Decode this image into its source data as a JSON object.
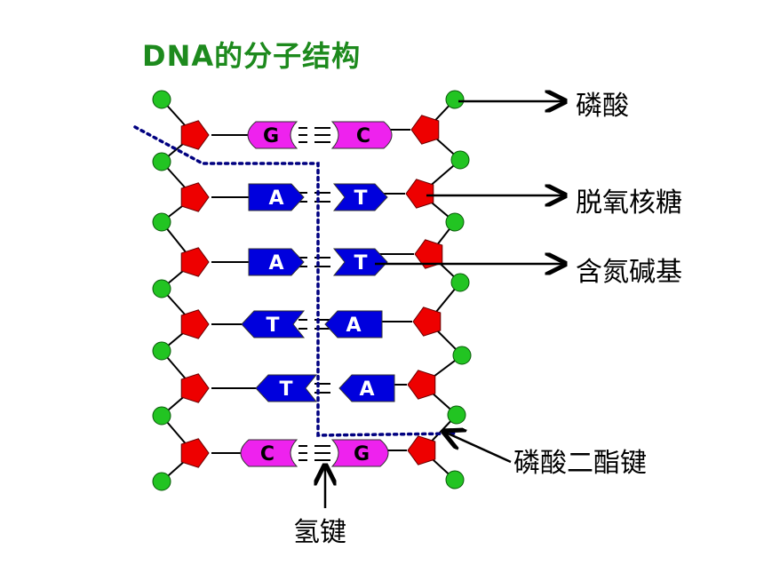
{
  "title": "DNA的分子结构",
  "labels": {
    "phosphate": "磷酸",
    "deoxyribose": "脱氧核糖",
    "nitrogenous_base": "含氮碱基",
    "phosphodiester_bond": "磷酸二酯键",
    "hydrogen_bond": "氢键"
  },
  "base_pairs": [
    {
      "left": "G",
      "right": "C",
      "kind": "GC"
    },
    {
      "left": "A",
      "right": "T",
      "kind": "AT"
    },
    {
      "left": "A",
      "right": "T",
      "kind": "AT"
    },
    {
      "left": "T",
      "right": "A",
      "kind": "TA"
    },
    {
      "left": "T",
      "right": "A",
      "kind": "TA"
    },
    {
      "left": "C",
      "right": "G",
      "kind": "GC"
    }
  ],
  "colors": {
    "title": "#1d8a1d",
    "phosphate": "#22c422",
    "sugar": "#ee0000",
    "purine_pyrimidine_AT": "#0000dd",
    "purine_pyrimidine_GC": "#ee22ee",
    "dotted_outline": "#000080"
  }
}
